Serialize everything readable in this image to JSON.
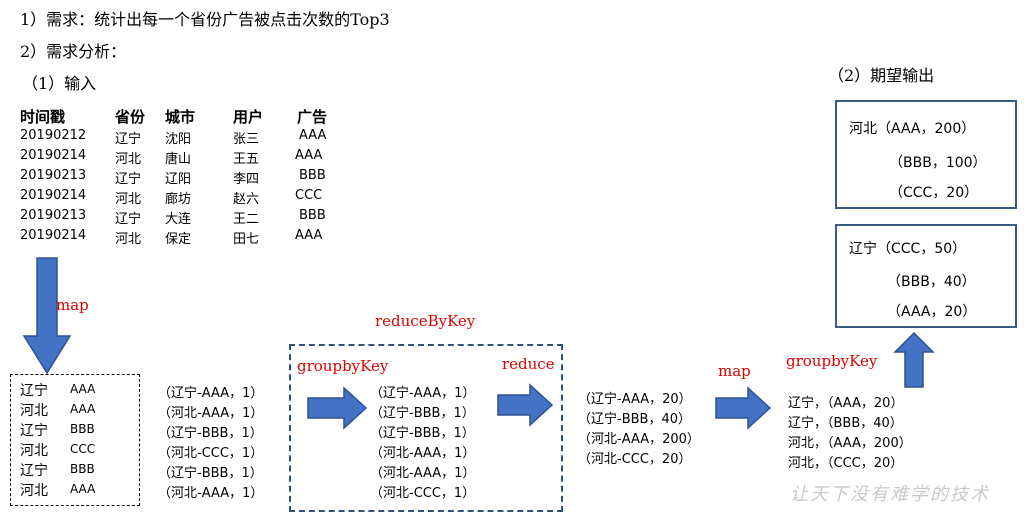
{
  "headings": {
    "h1": "1）需求：统计出每一个省份广告被点击次数的Top3",
    "h2": "2）需求分析：",
    "input": "（1）输入",
    "output": "（2）期望输出"
  },
  "input_table": {
    "columns": [
      "时间戳",
      "省份",
      "城市",
      "用户",
      "广告"
    ],
    "rows": [
      [
        "20190212",
        "辽宁",
        "沈阳",
        "张三",
        "AAA"
      ],
      [
        "20190214",
        "河北",
        "唐山",
        "王五",
        "AAA"
      ],
      [
        "20190213",
        "辽宁",
        "辽阳",
        "李四",
        "BBB"
      ],
      [
        "20190214",
        "河北",
        "廊坊",
        "赵六",
        "CCC"
      ],
      [
        "20190213",
        "辽宁",
        "大连",
        "王二",
        "BBB"
      ],
      [
        "20190214",
        "河北",
        "保定",
        "田七",
        "AAA"
      ]
    ]
  },
  "labels": {
    "map1": "map",
    "reduceByKey": "reduceByKey",
    "groupbyKey1": "groupbyKey",
    "reduce": "reduce",
    "map2": "map",
    "groupbyKey2": "groupbyKey"
  },
  "stage1": [
    [
      "辽宁",
      "AAA"
    ],
    [
      "河北",
      "AAA"
    ],
    [
      "辽宁",
      "BBB"
    ],
    [
      "河北",
      "CCC"
    ],
    [
      "辽宁",
      "BBB"
    ],
    [
      "河北",
      "AAA"
    ]
  ],
  "stage2": [
    "（辽宁-AAA，1）",
    "（河北-AAA，1）",
    "（辽宁-BBB，1）",
    "（河北-CCC，1）",
    "（辽宁-BBB，1）",
    "（河北-AAA，1）"
  ],
  "stage3": [
    "（辽宁-AAA，1）",
    "（辽宁-BBB，1）",
    "（辽宁-BBB，1）",
    "（河北-AAA，1）",
    "（河北-AAA，1）",
    "（河北-CCC，1）"
  ],
  "stage4": [
    "（辽宁-AAA，20）",
    "（辽宁-BBB，40）",
    "（河北-AAA，200）",
    "（河北-CCC，20）"
  ],
  "stage5": [
    "辽宁，（AAA，20）",
    "辽宁，（BBB，40）",
    "河北，（AAA，200）",
    "河北，（CCC，20）"
  ],
  "output_hebei": [
    "河北（AAA，200）",
    "（BBB，100）",
    "（CCC，20）"
  ],
  "output_liaoning": [
    "辽宁（CCC，50）",
    "（BBB，40）",
    "（AAA，20）"
  ],
  "watermark": "让天下没有难学的技术",
  "colors": {
    "label_red": "#e00000",
    "arrow_blue": "#4472c4",
    "box_border": "#2f4f7f"
  }
}
